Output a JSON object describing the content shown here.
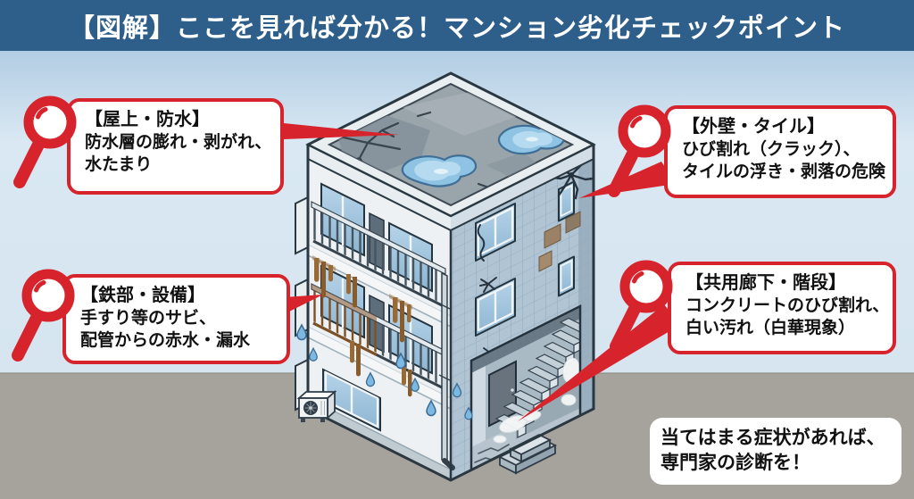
{
  "header": {
    "title": "【図解】ここを見れば分かる！マンション劣化チェックポイント"
  },
  "callouts": [
    {
      "id": "roof-waterproofing",
      "title": "【屋上・防水】",
      "lines": [
        "防水層の膨れ・剥がれ、",
        "水たまり"
      ]
    },
    {
      "id": "exterior-wall-tile",
      "title": "【外壁・タイル】",
      "lines": [
        "ひび割れ（クラック）、",
        "タイルの浮き・剥落の危険"
      ]
    },
    {
      "id": "metal-parts-equipment",
      "title": "【鉄部・設備】",
      "lines": [
        "手すり等のサビ、",
        "配管からの赤水・漏水"
      ]
    },
    {
      "id": "common-corridor-stairs",
      "title": "【共用廊下・階段】",
      "lines": [
        "コンクリートのひび割れ、",
        "白い汚れ（白華現象）"
      ]
    }
  ],
  "note": {
    "lines": [
      "当てはまる症状があれば、",
      "専門家の診断を！"
    ]
  },
  "colors": {
    "accent_red": "#d7242c",
    "header_bg": "#2e5e8a",
    "sky_top": "#b7d1e5",
    "sky_bottom": "#d9e8f3",
    "ground": "#a6a29c",
    "tile_wall": "#b0c4d3",
    "left_wall": "#edf1f3",
    "roof": "#99a4ab",
    "puddle": "#8fc3e3",
    "rust": "#9a6a35",
    "text": "#111111"
  },
  "icons": {
    "callout_marker": "magnifier-icon"
  }
}
